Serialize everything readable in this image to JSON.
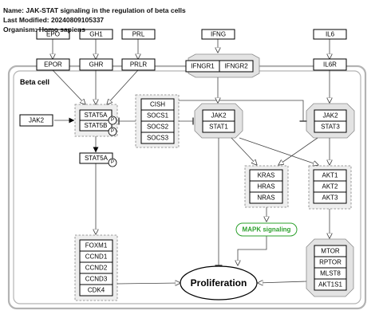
{
  "header": {
    "name": "Name: JAK-STAT signaling in the regulation of beta cells",
    "modified": "Last Modified: 20240809105337",
    "organism": "Organism: Homo sapiens"
  },
  "compartment": {
    "label": "Beta cell"
  },
  "ligands": {
    "epo": "EPO",
    "gh1": "GH1",
    "prl": "PRL",
    "ifng": "IFNG",
    "il6": "IL6"
  },
  "receptors": {
    "epor": "EPOR",
    "ghr": "GHR",
    "prlr": "PRLR",
    "ifngr1": "IFNGR1",
    "ifngr2": "IFNGR2",
    "il6r": "IL6R"
  },
  "genes": {
    "jak2_left": "JAK2",
    "stat5a": "STAT5A",
    "stat5b": "STAT5B",
    "stat5a_p": "STAT5A",
    "cish": "CISH",
    "socs1": "SOCS1",
    "socs2": "SOCS2",
    "socs3": "SOCS3",
    "jak2_mid": "JAK2",
    "stat1": "STAT1",
    "jak2_right": "JAK2",
    "stat3": "STAT3",
    "kras": "KRAS",
    "hras": "HRAS",
    "nras": "NRAS",
    "akt1": "AKT1",
    "akt2": "AKT2",
    "akt3": "AKT3",
    "foxm1": "FOXM1",
    "ccnd1": "CCND1",
    "ccnd2": "CCND2",
    "ccnd3": "CCND3",
    "cdk4": "CDK4",
    "mtor": "MTOR",
    "rptor": "RPTOR",
    "mlst8": "MLST8",
    "akt1s1": "AKT1S1"
  },
  "phospho": {
    "label": "P"
  },
  "pathway_node": {
    "label": "MAPK signaling",
    "color": "#2ca02c"
  },
  "outcome": {
    "label": "Proliferation"
  },
  "colors": {
    "edge": "#444444",
    "group_fill": "#eeeeee",
    "cell_border": "#b3b3b3"
  }
}
